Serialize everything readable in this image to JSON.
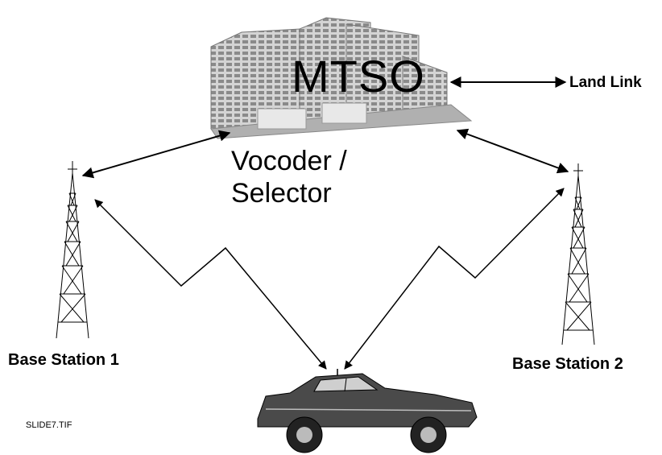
{
  "labels": {
    "mtso": "MTSO",
    "land_link": "Land Link",
    "vocoder_line1": "Vocoder /",
    "vocoder_line2": "Selector",
    "base_station_1": "Base Station 1",
    "base_station_2": "Base Station 2",
    "file_name": "SLIDE7.TIF"
  },
  "colors": {
    "line": "#000000",
    "building": "#9a9a9a",
    "building_light": "#d4d4d4",
    "car": "#4a4a4a"
  }
}
